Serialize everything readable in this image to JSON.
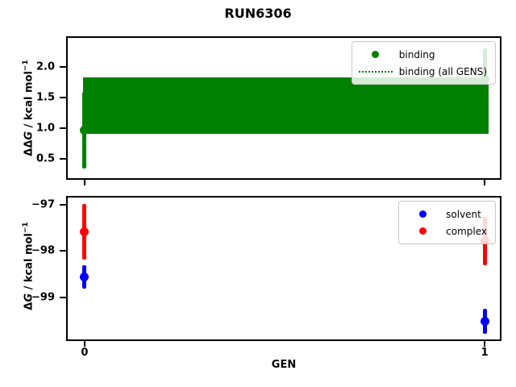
{
  "title": "RUN6306",
  "xlabel": "GEN",
  "colors": {
    "binding": "#008000",
    "solvent": "#0000ff",
    "complex": "#ff0000"
  },
  "chart_data": [
    {
      "type": "scatter",
      "subtype": "errorbar",
      "title": "",
      "ylabel": "ΔΔG / kcal mol⁻¹",
      "ylabel_parts": {
        "delta": "ΔΔ",
        "sym": "G",
        "unit": " / kcal mol",
        "sup": "−1"
      },
      "xlim": [
        -0.042,
        1.038
      ],
      "ylim": [
        0.19,
        2.47
      ],
      "xticks": [
        0,
        1
      ],
      "xtick_labels": null,
      "yticks": [
        2.0,
        1.5,
        1.0,
        0.5
      ],
      "ytick_labels": [
        "2.0",
        "1.5",
        "1.0",
        "0.5"
      ],
      "grid": false,
      "legend_position": "upper right",
      "series": [
        {
          "name": "binding",
          "color": "#008000",
          "marker": "dot",
          "x": [
            0,
            1
          ],
          "y": [
            0.97,
            1.8
          ],
          "yerr": [
            0.62,
            0.5
          ]
        }
      ],
      "band": {
        "name": "binding (all GENS)",
        "color": "#008000",
        "center": 1.37,
        "lo": 0.91,
        "hi": 1.83,
        "x_from": 0,
        "x_to": 1
      },
      "legend": [
        {
          "label": "binding",
          "marker": "dot",
          "color": "#008000"
        },
        {
          "label": "binding (all GENS)",
          "marker": "dotted-line",
          "color": "#008000"
        }
      ]
    },
    {
      "type": "scatter",
      "subtype": "errorbar",
      "title": "",
      "ylabel": "ΔG / kcal mol⁻¹",
      "ylabel_parts": {
        "delta": "Δ",
        "sym": "G",
        "unit": " / kcal mol",
        "sup": "−1"
      },
      "xlim": [
        -0.042,
        1.038
      ],
      "ylim": [
        -99.9,
        -96.85
      ],
      "xticks": [
        0,
        1
      ],
      "xtick_labels": [
        "0",
        "1"
      ],
      "yticks": [
        -97,
        -98,
        -99
      ],
      "ytick_labels": [
        "−97",
        "−98",
        "−99"
      ],
      "grid": false,
      "legend_position": "upper right",
      "series": [
        {
          "name": "solvent",
          "color": "#0000ff",
          "marker": "dot",
          "x": [
            0,
            1
          ],
          "y": [
            -98.55,
            -99.51
          ],
          "yerr": [
            0.25,
            0.27
          ]
        },
        {
          "name": "complex",
          "color": "#ff0000",
          "marker": "dot",
          "x": [
            0,
            1
          ],
          "y": [
            -97.58,
            -97.78
          ],
          "yerr": [
            0.6,
            0.52
          ]
        }
      ],
      "band": null,
      "legend": [
        {
          "label": "solvent",
          "marker": "dot",
          "color": "#0000ff"
        },
        {
          "label": "complex",
          "marker": "dot",
          "color": "#ff0000"
        }
      ]
    }
  ]
}
